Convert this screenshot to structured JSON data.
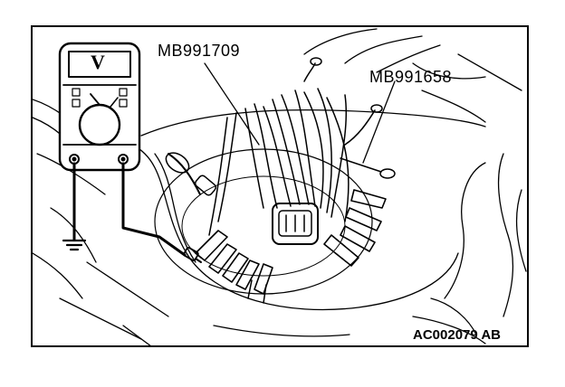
{
  "figure": {
    "callouts": {
      "tool_a": "MB991709",
      "tool_b": "MB991658"
    },
    "meter_display": "V",
    "figure_id": "AC002079 AB"
  },
  "colors": {
    "ink": "#000000",
    "paper": "#ffffff"
  }
}
